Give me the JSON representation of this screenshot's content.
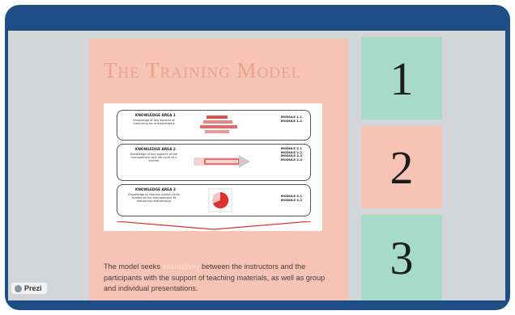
{
  "slide": {
    "title": "The Training Model",
    "diagram": {
      "areas": [
        {
          "title": "KNOWLEDGE AREA 1",
          "description": "Knowledge of key aspects of mentoring for entrepreneurs",
          "modules": [
            "MODULE 1.1",
            "MODULE 1.2"
          ]
        },
        {
          "title": "KNOWLEDGE AREA 2",
          "description": "Knowledge of key aspects of the management and life cycle of a startup",
          "modules": [
            "MODULE 2.1",
            "MODULE 2.2",
            "MODULE 2.3",
            "MODULE 2.4"
          ]
        },
        {
          "title": "KNOWLEDGE AREA 3",
          "description": "Knowledge of communication skills related to the management of mentoring relationships",
          "modules": [
            "MODULE 3.1",
            "MODULE 3.2"
          ]
        }
      ],
      "accent_color": "#e0312e"
    },
    "paragraph": {
      "before": "The model seeks ",
      "highlight": "interactivity",
      "after": " between the instructors and the participants with the support of teaching materials, as well as group and individual presentations."
    }
  },
  "cards": [
    {
      "label": "1",
      "color": "#a6dbca"
    },
    {
      "label": "2",
      "color": "#f6c3b5"
    },
    {
      "label": "3",
      "color": "#a6dbca"
    }
  ],
  "branding": {
    "label": "Prezi",
    "icon": "prezi-logo-icon"
  },
  "colors": {
    "frame": "#1f4e87",
    "screen": "#d3d6d9"
  }
}
